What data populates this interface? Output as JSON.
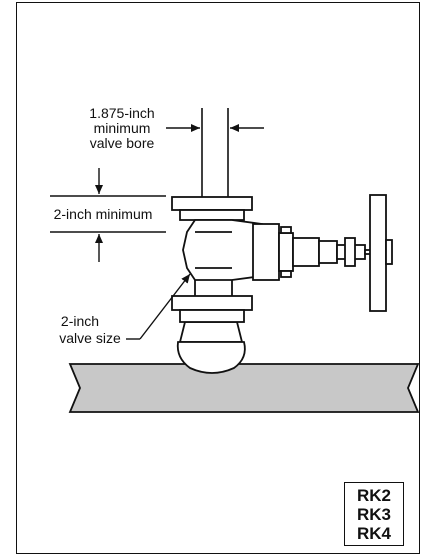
{
  "labels": {
    "bore_line1": "1.875-inch",
    "bore_line2": "minimum",
    "bore_line3": "valve bore",
    "clearance": "2-inch minimum",
    "size_line1": "2-inch",
    "size_line2": "valve size"
  },
  "models": [
    "RK2",
    "RK3",
    "RK4"
  ],
  "colors": {
    "line": "#111111",
    "pipe_fill": "#c8c8c8",
    "background": "#ffffff"
  }
}
